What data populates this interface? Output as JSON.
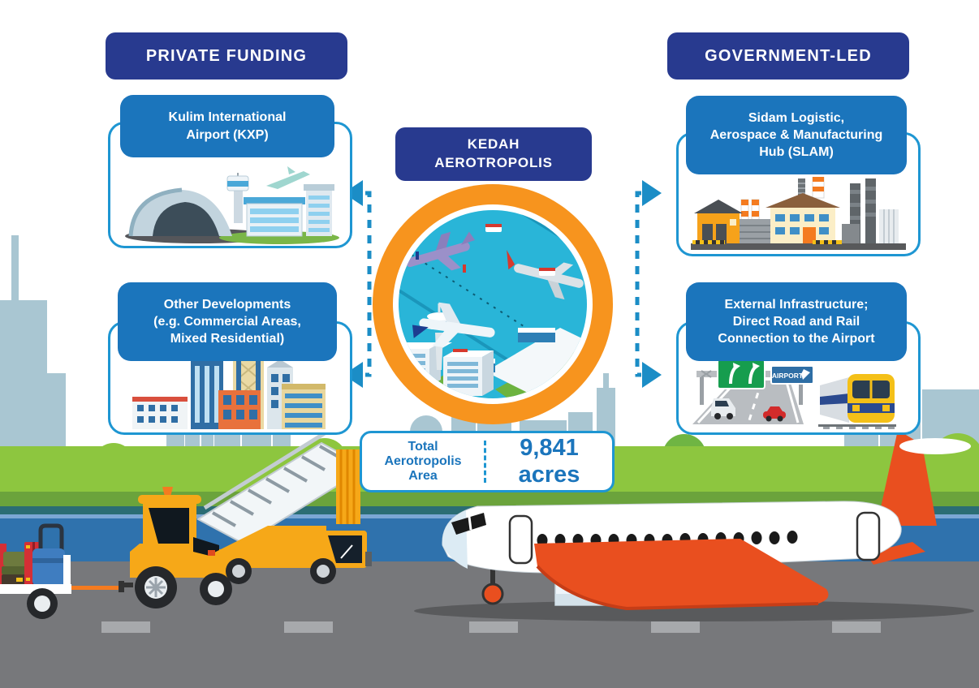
{
  "headers": {
    "private_funding": "PRIVATE FUNDING",
    "government_led": "GOVERNMENT-LED"
  },
  "center": {
    "title_lines": [
      "KEDAH",
      "AEROTROPOLIS"
    ]
  },
  "private_items": [
    {
      "title_lines": [
        "Kulim International",
        "Airport (KXP)"
      ]
    },
    {
      "title_lines": [
        "Other Developments",
        "(e.g. Commercial Areas,",
        "Mixed Residential)"
      ]
    }
  ],
  "government_items": [
    {
      "title_lines": [
        "Sidam Logistic,",
        "Aerospace & Manufacturing",
        "Hub (SLAM)"
      ]
    },
    {
      "title_lines": [
        "External Infrastructure;",
        "Direct Road and Rail",
        "Connection to the Airport"
      ]
    }
  ],
  "total_area": {
    "label_lines": [
      "Total",
      "Aerotropolis",
      "Area"
    ],
    "value": "9,841 acres"
  },
  "signs": {
    "airport": "AIRPORT"
  },
  "colors": {
    "badge_navy": "#283a8f",
    "header_blue": "#1b75bc",
    "box_border_blue": "#1e96d2",
    "connector_blue": "#1b8dc6",
    "ring_orange": "#f7941e",
    "circle_cyan": "#29b5d8",
    "grass_light_green": "#8dc63f",
    "grass_dark_green": "#6ba33c",
    "teal_band": "#2b6d74",
    "road_blue": "#2f72ad",
    "tarmac_gray": "#77787b",
    "plane_orange_red": "#e94f1f",
    "vehicle_yellow": "#f6a818",
    "skyline_gray_blue": "#a9c6d2"
  }
}
